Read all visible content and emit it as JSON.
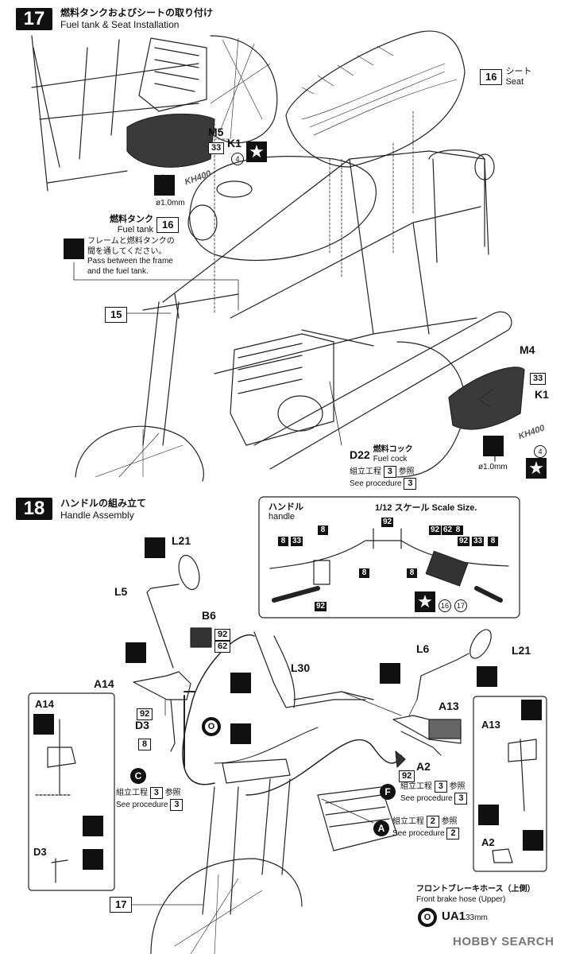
{
  "step17": {
    "number": "17",
    "title_jp": "燃料タンクおよびシートの取り付け",
    "title_en": "Fuel tank & Seat Installation",
    "seat": {
      "part": "16",
      "jp": "シート",
      "en": "Seat"
    },
    "fuel_tank": {
      "part": "16",
      "jp": "燃料タンク",
      "en": "Fuel tank"
    },
    "note": {
      "jp_line1": "フレームと燃料タンクの",
      "jp_line2": "間を通してください。",
      "en_line1": "Pass between the frame",
      "en_line2": "and the fuel tank."
    },
    "part15": "15",
    "left_cover": {
      "part": "M5",
      "screw": "33",
      "emblem": "K1",
      "decal": "4",
      "drill": "ø1.0mm",
      "logo": "KH400"
    },
    "right_cover": {
      "part": "M4",
      "screw": "33",
      "emblem": "K1",
      "decal": "4",
      "drill": "ø1.0mm",
      "logo": "KH400"
    },
    "fuel_cock": {
      "part": "D22",
      "jp": "燃料コック",
      "en": "Fuel cock",
      "ref_jp": "組立工程",
      "ref_jp2": "参照",
      "ref_en": "See procedure",
      "ref_num": "3"
    }
  },
  "step18": {
    "number": "18",
    "title_jp": "ハンドルの組み立て",
    "title_en": "Handle Assembly",
    "inset": {
      "title_jp": "ハンドル",
      "title_en": "handle",
      "scale": "1/12 スケール Scale Size.",
      "colors": [
        "8",
        "33",
        "8",
        "92",
        "8",
        "8",
        "92",
        "62",
        "8",
        "92",
        "33",
        "8",
        "92"
      ],
      "decal_a": "16",
      "decal_b": "17"
    },
    "parts": {
      "L21_left": "L21",
      "L5": "L5",
      "B6": "B6",
      "B6_c1": "92",
      "B6_c2": "62",
      "A14": "A14",
      "D3": "D3",
      "D3_c1": "92",
      "D3_c2": "8",
      "L30": "L30",
      "L6": "L6",
      "L21_right": "L21",
      "A13": "A13",
      "A2": "A2",
      "A2_c": "92",
      "part17": "17"
    },
    "markers": {
      "O": "O",
      "C": "C",
      "F": "F",
      "A": "A"
    },
    "ref_C": {
      "jp": "組立工程",
      "jp2": "参照",
      "num": "3",
      "en": "See procedure"
    },
    "ref_F": {
      "jp": "組立工程",
      "jp2": "参照",
      "num": "3",
      "en": "See procedure"
    },
    "ref_A": {
      "jp": "組立工程",
      "jp2": "参照",
      "num": "2",
      "en": "See procedure"
    },
    "left_box": {
      "A14": "A14",
      "D3": "D3"
    },
    "right_box": {
      "A13": "A13",
      "A2": "A2"
    },
    "brake_hose": {
      "jp": "フロントブレーキホース（上側）",
      "en": "Front brake hose (Upper)",
      "part": "UA1",
      "size": "33mm"
    }
  },
  "watermark": "HOBBY SEARCH"
}
